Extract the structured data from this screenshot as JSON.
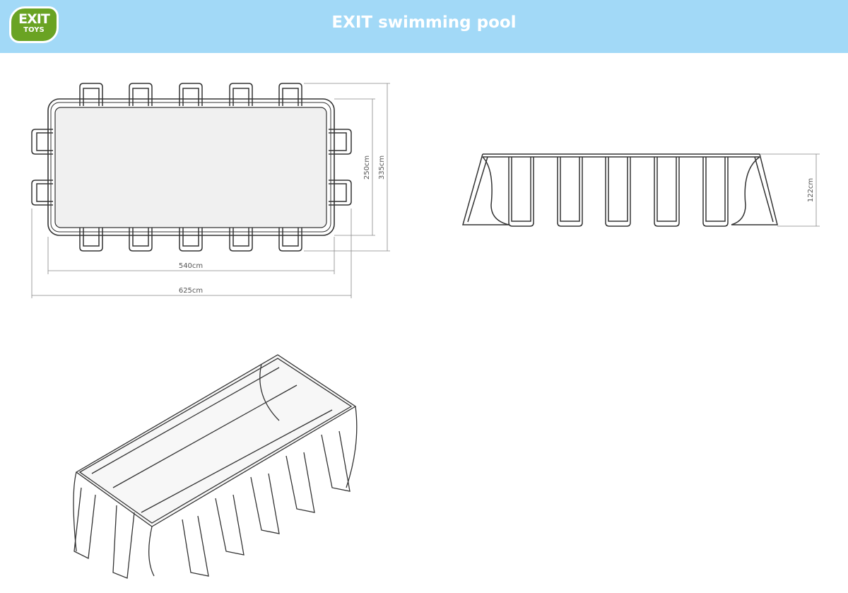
{
  "header": {
    "logo_text": [
      "EXIT",
      "TOYS"
    ],
    "title": "EXIT swimming pool",
    "background_color": "#a2d9f7",
    "logo_color": "#6aa323"
  },
  "top_view": {
    "inner_width": "540cm",
    "outer_width": "625cm",
    "inner_depth": "250cm",
    "outer_depth": "335cm"
  },
  "side_view": {
    "height": "122cm"
  }
}
